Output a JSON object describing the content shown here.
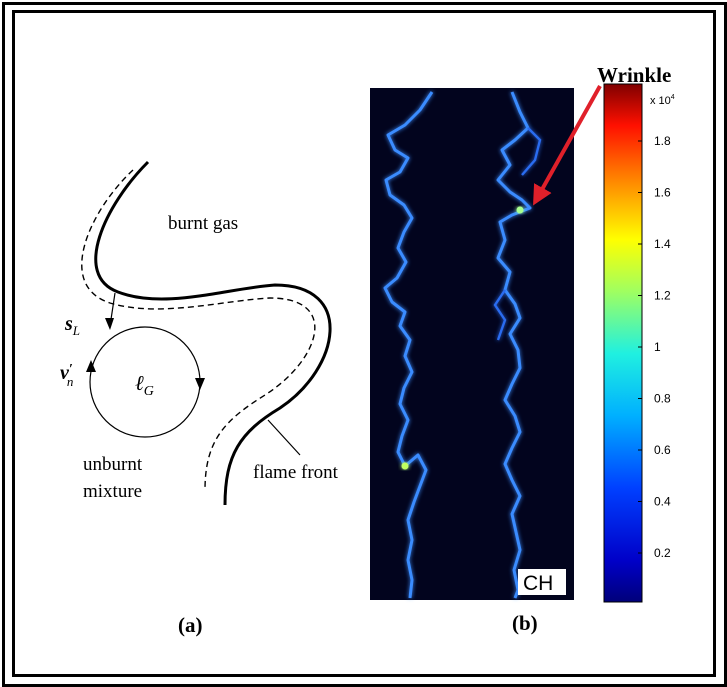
{
  "panel_a": {
    "label_burnt": "burnt gas",
    "label_sL": "s",
    "label_sL_sub": "L",
    "label_vn": "v",
    "label_vn_prime": "′",
    "label_vn_sub": "n",
    "label_lG": "ℓ",
    "label_lG_sub": "G",
    "label_unburnt_1": "unburnt",
    "label_unburnt_2": "mixture",
    "label_flame": "flame front",
    "caption": "(a)"
  },
  "panel_b": {
    "annotation": "Wrinkle",
    "annotation_color": "#e0202a",
    "image_label": "CH",
    "caption": "(b)",
    "colorbar": {
      "multiplier": "x 10",
      "exponent": "4",
      "ticks": [
        "1.8",
        "1.6",
        "1.4",
        "1.2",
        "1",
        "0.8",
        "0.6",
        "0.4",
        "0.2"
      ],
      "colormap": "jet"
    }
  }
}
